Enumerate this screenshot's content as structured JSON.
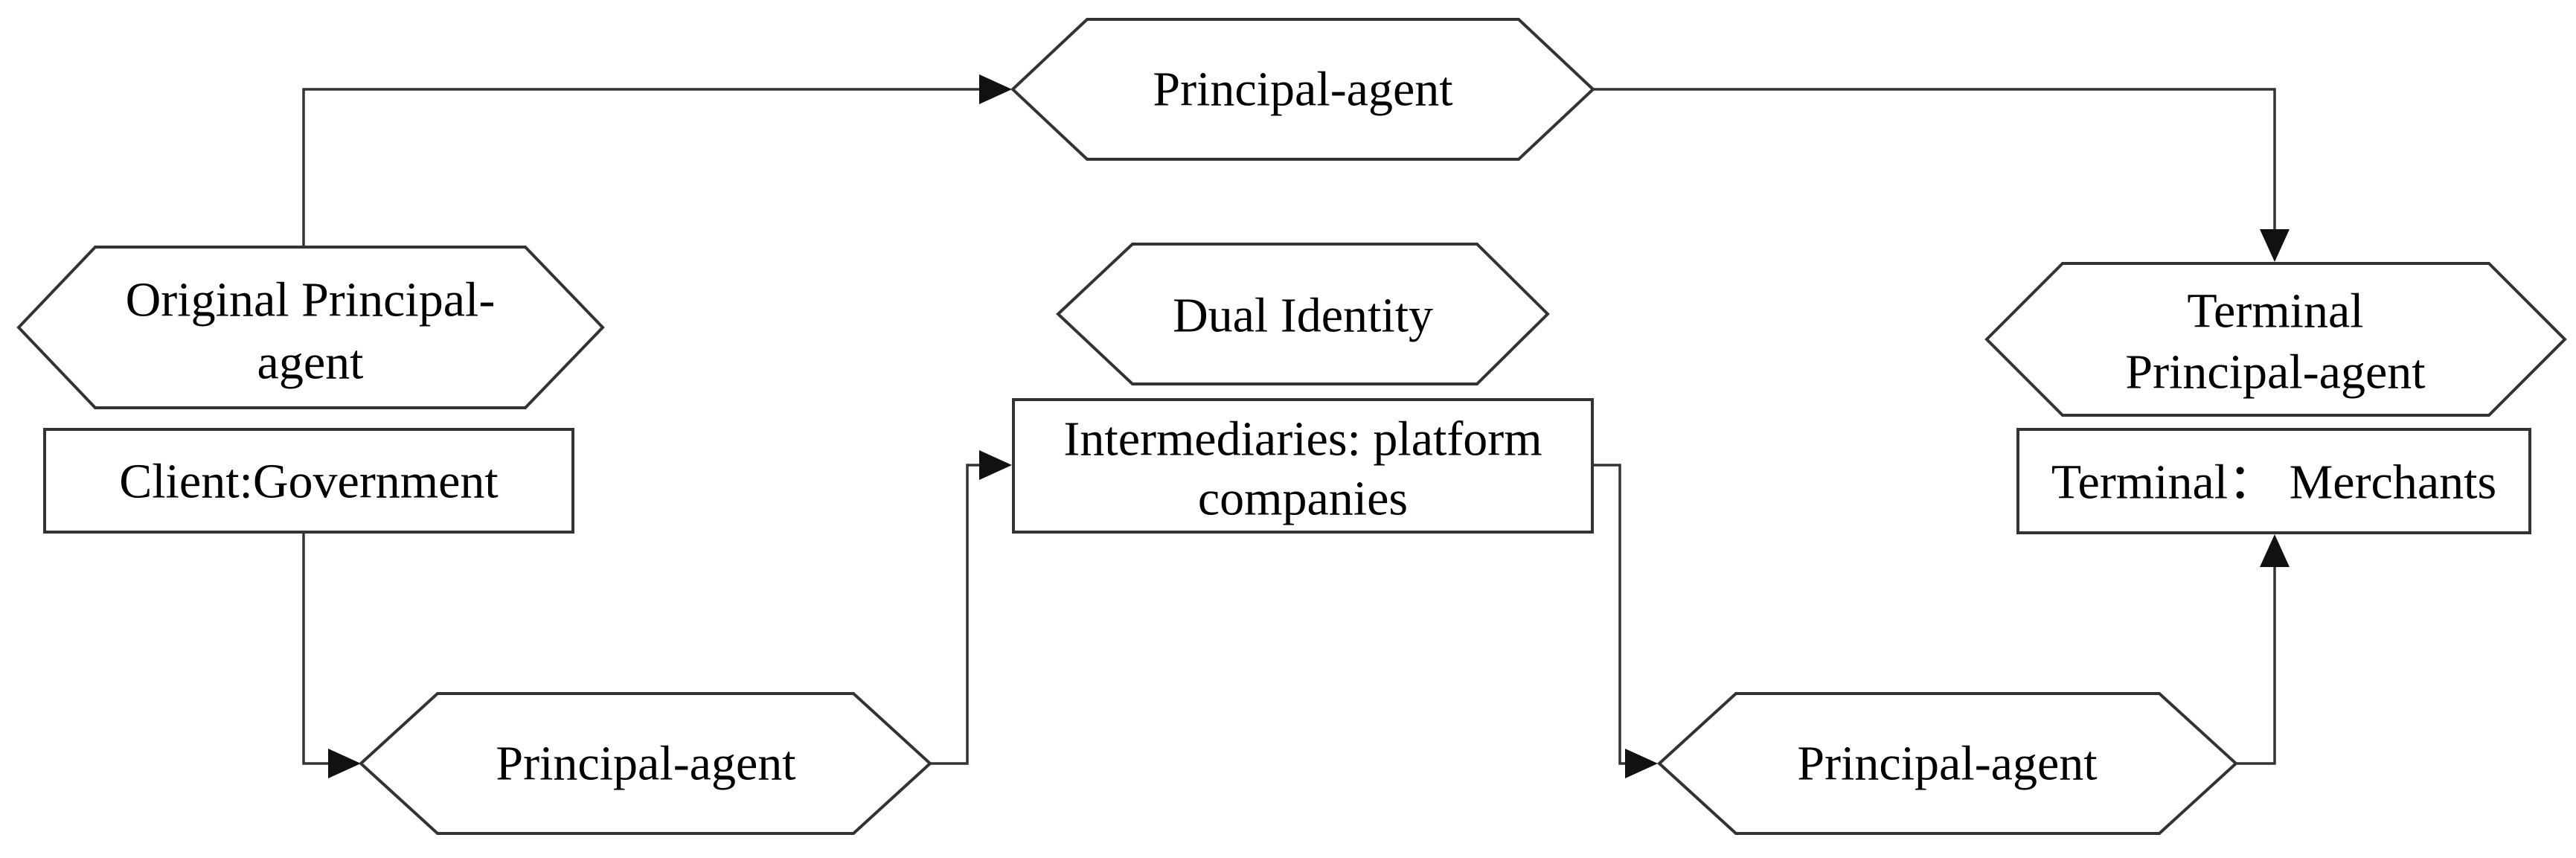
{
  "diagram": {
    "type": "flowchart",
    "background": "#ffffff",
    "colors": {
      "line": "#333333",
      "arrow": "#111111",
      "text": "#000000",
      "shape_fill": "#ffffff"
    },
    "nodes": {
      "top_principal_agent": {
        "shape": "hexagon",
        "label": "Principal-agent"
      },
      "original_principal_agent": {
        "shape": "hexagon",
        "label": "Original Principal-agent",
        "line1": "Original Principal-",
        "line2": "agent"
      },
      "client_government": {
        "shape": "rectangle",
        "label": "Client:Government"
      },
      "dual_identity": {
        "shape": "hexagon",
        "label": "Dual Identity"
      },
      "intermediaries": {
        "shape": "rectangle",
        "label": "Intermediaries: platform companies",
        "line1": "Intermediaries: platform",
        "line2": "companies"
      },
      "terminal_principal_agent": {
        "shape": "hexagon",
        "label": "Terminal Principal-agent",
        "line1": "Terminal",
        "line2": "Principal-agent"
      },
      "terminal_merchants": {
        "shape": "rectangle",
        "label": "Terminal： Merchants"
      },
      "bottom_left_principal_agent": {
        "shape": "hexagon",
        "label": "Principal-agent"
      },
      "bottom_right_principal_agent": {
        "shape": "hexagon",
        "label": "Principal-agent"
      }
    },
    "edges": [
      {
        "from": "original_principal_agent",
        "to": "top_principal_agent",
        "arrow": "right",
        "route": "up-then-right"
      },
      {
        "from": "top_principal_agent",
        "to": "terminal_principal_agent",
        "arrow": "down",
        "route": "right-then-down"
      },
      {
        "from": "client_government",
        "to": "bottom_left_principal_agent",
        "arrow": "right",
        "route": "down-then-right"
      },
      {
        "from": "bottom_left_principal_agent",
        "to": "intermediaries",
        "arrow": "right",
        "route": "right-up-right"
      },
      {
        "from": "intermediaries",
        "to": "bottom_right_principal_agent",
        "arrow": "right",
        "route": "right-down-right"
      },
      {
        "from": "bottom_right_principal_agent",
        "to": "terminal_merchants",
        "arrow": "up",
        "route": "right-then-up"
      }
    ]
  }
}
